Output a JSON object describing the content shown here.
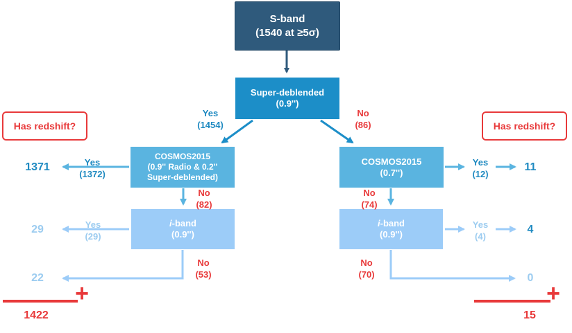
{
  "colors": {
    "sband": "#2f5a7c",
    "dark_blue": "#1c8ec8",
    "mid_blue": "#5ab4e0",
    "light_blue": "#9cccf8",
    "red": "#e8393a"
  },
  "top": {
    "title": "S-band",
    "sub": "(1540 at ≥5σ)"
  },
  "deblend": {
    "title": "Super-deblended",
    "sub": "(0.9'')"
  },
  "left": {
    "branch_yes": {
      "label": "Yes",
      "count": "(1454)"
    },
    "cosmos": {
      "line1": "COSMOS2015",
      "line2": "(0.9'' Radio & 0.2''",
      "line3": "Super-deblended)"
    },
    "cosmos_yes": {
      "label": "Yes",
      "count": "(1372)"
    },
    "cosmos_no": {
      "label": "No",
      "count": "(82)"
    },
    "iband": {
      "title": "i",
      "title_rest": "-band",
      "sub": "(0.9'')"
    },
    "iband_yes": {
      "label": "Yes",
      "count": "(29)"
    },
    "iband_no": {
      "label": "No",
      "count": "(53)"
    },
    "result_cosmos": "1371",
    "result_iband": "29",
    "result_none": "22",
    "total": "1422",
    "plus": "+"
  },
  "right": {
    "branch_no": {
      "label": "No",
      "count": "(86)"
    },
    "cosmos": {
      "line1": "COSMOS2015",
      "line2": "(0.7'')"
    },
    "cosmos_yes": {
      "label": "Yes",
      "count": "(12)"
    },
    "cosmos_no": {
      "label": "No",
      "count": "(74)"
    },
    "iband": {
      "title": "i",
      "title_rest": "-band",
      "sub": "(0.9'')"
    },
    "iband_yes": {
      "label": "Yes",
      "count": "(4)"
    },
    "iband_no": {
      "label": "No",
      "count": "(70)"
    },
    "result_cosmos": "11",
    "result_iband": "4",
    "result_none": "0",
    "total": "15",
    "plus": "+"
  },
  "redshift_left": "Has redshift?",
  "redshift_right": "Has redshift?"
}
